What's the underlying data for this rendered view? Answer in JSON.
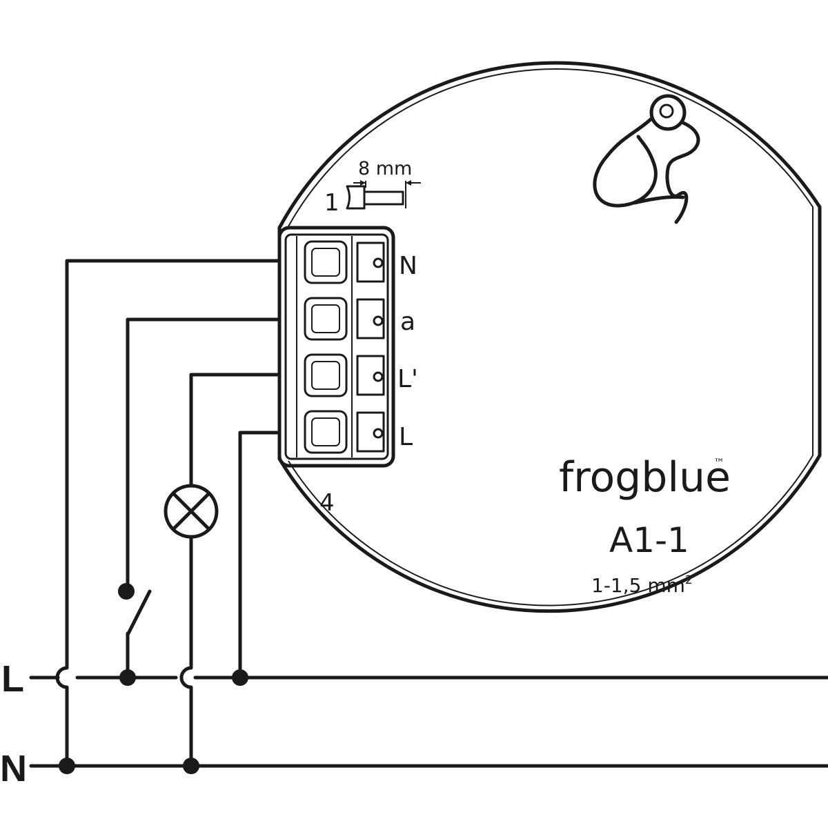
{
  "device": {
    "brand": "frogblue",
    "trademark": "™",
    "model": "A1-1",
    "wire_gauge_prefix": "1-1,5 mm",
    "wire_gauge_sup": "2",
    "strip_length": "8 mm",
    "terminal_first": "1",
    "terminal_last": "4",
    "terminals": [
      "N",
      "a",
      "L'",
      "L"
    ]
  },
  "bus": {
    "phase_label": "L",
    "neutral_label": "N"
  },
  "icons": {
    "logo": "frog-logo-icon",
    "lamp": "lamp-icon",
    "switch": "switch-icon",
    "strip_gauge": "wire-strip-icon"
  },
  "colors": {
    "ink": "#1a1a1a",
    "background": "#ffffff"
  }
}
